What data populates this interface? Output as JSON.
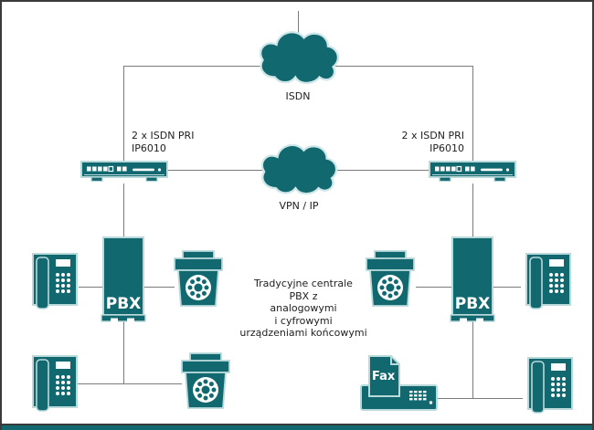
{
  "clouds": {
    "isdn": {
      "label": "ISDN"
    },
    "vpn": {
      "label": "VPN / IP"
    }
  },
  "gateways": {
    "left": {
      "label_line1": "2 x ISDN PRI",
      "label_line2": "IP6010"
    },
    "right": {
      "label_line1": "2 x ISDN PRI",
      "label_line2": "IP6010"
    }
  },
  "pbx": {
    "label": "PBX"
  },
  "fax": {
    "label": "Fax"
  },
  "center_text": {
    "lines": [
      "Tradycyjne centrale",
      "PBX z",
      "analogowymi",
      "i cyfrowymi",
      "urządzeniami końcowymi"
    ]
  },
  "colors": {
    "teal": "#11696f",
    "pale_outline": "#b9d9db",
    "connector_gray": "#7b7b7b",
    "text": "#1e1e1e",
    "border": "#3a3a3a"
  }
}
